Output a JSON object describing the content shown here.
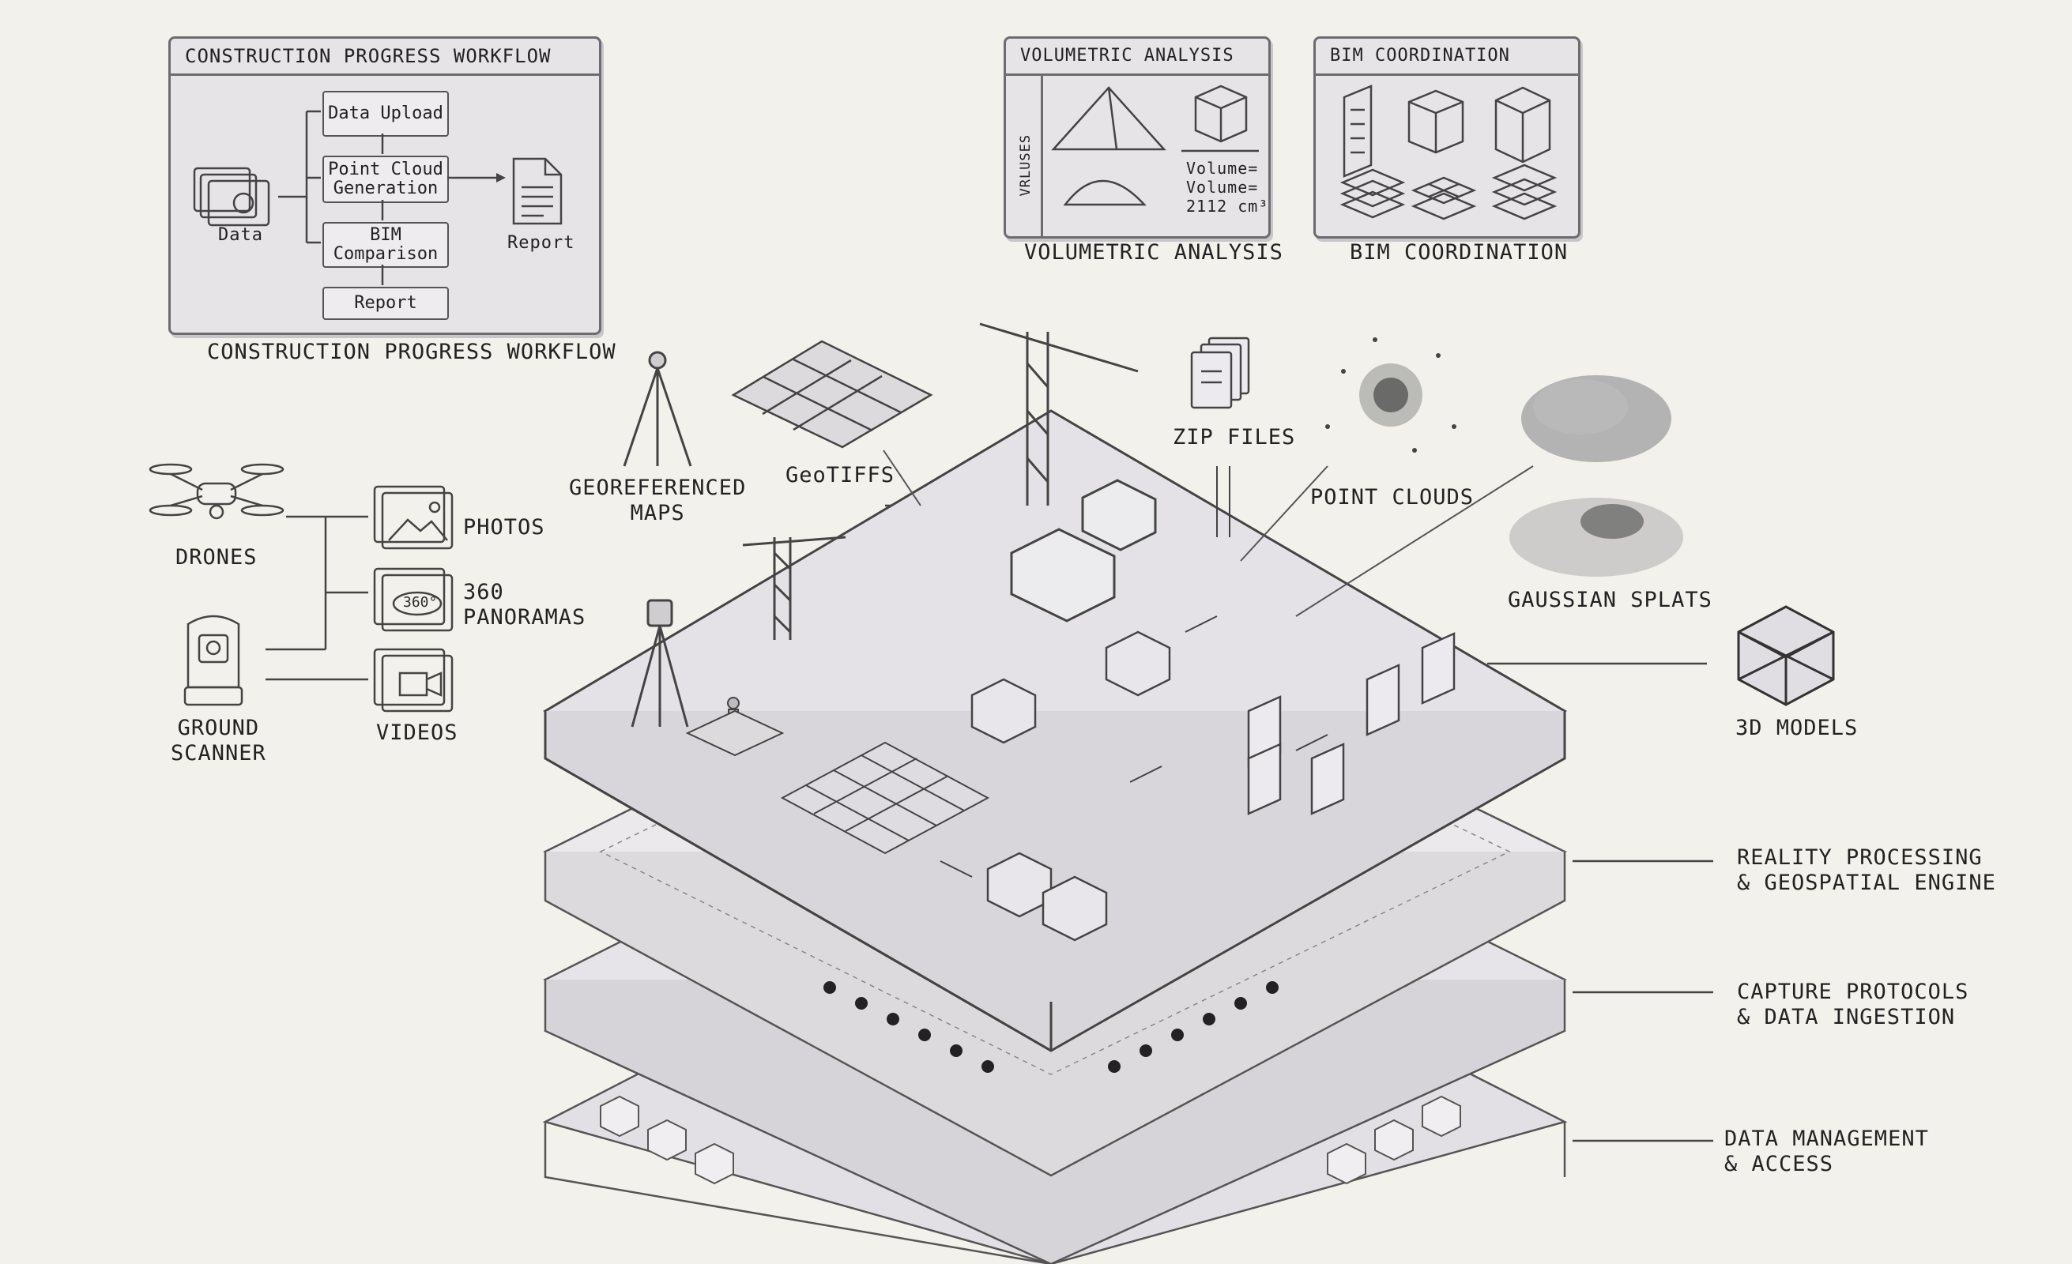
{
  "workflow": {
    "panel_title": "CONSTRUCTION PROGRESS WORKFLOW",
    "caption": "CONSTRUCTION PROGRESS WORKFLOW",
    "data_label": "Data",
    "steps": [
      "Data Upload",
      "Point Cloud\nGeneration",
      "BIM\nComparison",
      "Report"
    ],
    "report_label": "Report"
  },
  "volumetric": {
    "panel_title": "VOLUMETRIC ANALYSIS",
    "caption": "VOLUMETRIC ANALYSIS",
    "side_label": "VRLUSES",
    "readout": "Volume=\nVolume=\n2112 cm³"
  },
  "bim": {
    "panel_title": "BIM COORDINATION",
    "caption": "BIM COORDINATION"
  },
  "capture": {
    "drones": "DRONES",
    "ground_scanner": "GROUND\nSCANNER",
    "photos": "PHOTOS",
    "panoramas": "360\nPANORAMAS",
    "panorama_badge": "360°",
    "videos": "VIDEOS"
  },
  "outputs": {
    "georeferenced_maps": "GEOREFERENCED\nMAPS",
    "geotiffs": "GeoTIFFS",
    "zip_files": "ZIP FILES",
    "point_clouds": "POINT CLOUDS",
    "gaussian_splats": "GAUSSIAN SPLATS",
    "models_3d": "3D MODELS"
  },
  "layers": [
    "REALITY PROCESSING\n& GEOSPATIAL ENGINE",
    "CAPTURE PROTOCOLS\n& DATA INGESTION",
    "DATA MANAGEMENT\n& ACCESS"
  ],
  "colors": {
    "background": "#f2f1ec",
    "platform_top": "#e4e2e6",
    "platform_side": "#d8d6da",
    "ink": "#2a2a2a"
  }
}
